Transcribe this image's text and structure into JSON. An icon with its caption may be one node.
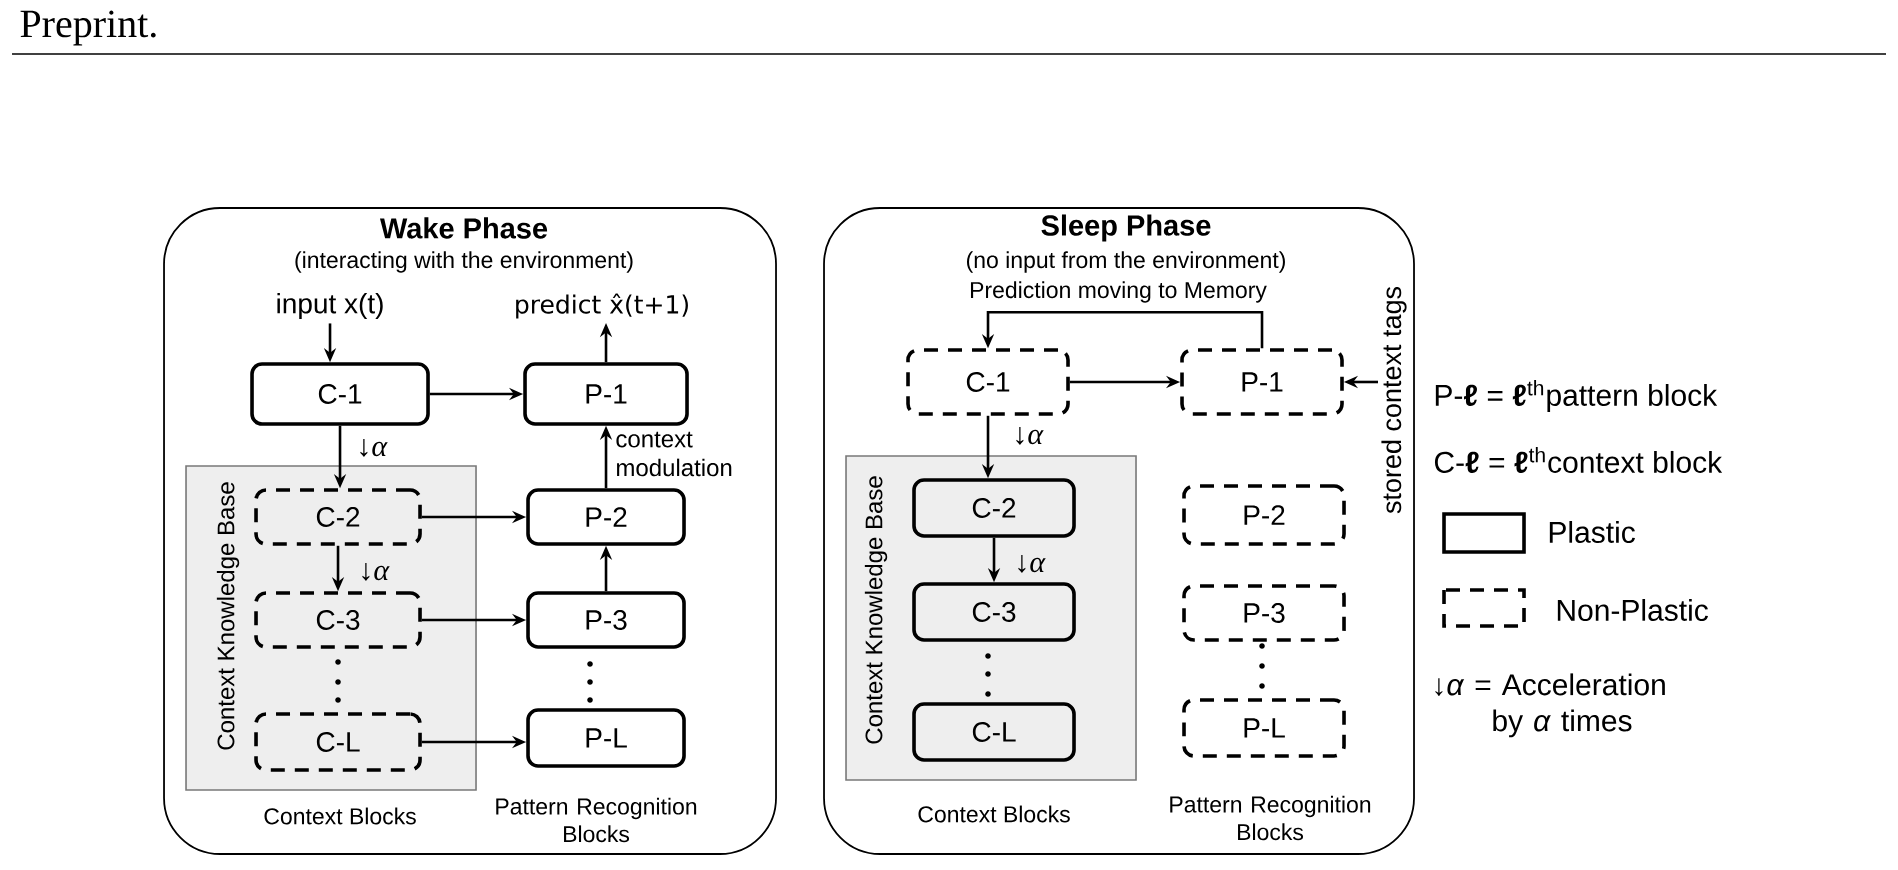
{
  "diagram": {
    "nodes": [
      {
        "text": [
          "Wake Phase",
          "(interacting with the environment)",
          "Context Blocks",
          "Pattern Recognition Blocks"
        ]
      },
      {
        "text": [
          "input x(t)"
        ],
        "in": 0
      },
      {
        "text": [
          "predict x̂(t+1)"
        ],
        "in": 0
      },
      {
        "text": [
          "C-1"
        ],
        "in": 0
      },
      {
        "text": [
          "P-1"
        ],
        "in": 0
      },
      {
        "text": [
          "Context Knowledge Base"
        ],
        "in": 0
      },
      {
        "text": [
          "C-2"
        ],
        "in": 5
      },
      {
        "text": [
          "C-3"
        ],
        "in": 5
      },
      {
        "text": [
          "C-L"
        ],
        "in": 5
      },
      {
        "text": [
          "P-2"
        ],
        "in": 0
      },
      {
        "text": [
          "P-3"
        ],
        "in": 0
      },
      {
        "text": [
          "P-L"
        ],
        "in": 0
      },
      {
        "text": [
          "Sleep Phase",
          "(no input from the environment)",
          "Context Blocks",
          "Pattern Recognition Blocks"
        ]
      },
      {
        "text": [
          "C-1"
        ],
        "in": 12
      },
      {
        "text": [
          "P-1"
        ],
        "in": 12
      },
      {
        "text": [
          "stored context tags"
        ],
        "in": 12
      },
      {
        "text": [
          "Context Knowledge Base"
        ],
        "in": 12
      },
      {
        "text": [
          "C-2"
        ],
        "in": 16
      },
      {
        "text": [
          "C-3"
        ],
        "in": 16
      },
      {
        "text": [
          "C-L"
        ],
        "in": 16
      },
      {
        "text": [
          "P-2"
        ],
        "in": 12
      },
      {
        "text": [
          "P-3"
        ],
        "in": 12
      },
      {
        "text": [
          "P-L"
        ],
        "in": 12
      }
    ],
    "edges": [
      {
        "from": 1,
        "to": 3,
        "arrow": "to"
      },
      {
        "from": 3,
        "to": 4,
        "arrow": "to"
      },
      {
        "from": 4,
        "to": 2,
        "arrow": "to"
      },
      {
        "from": 3,
        "to": 6,
        "arrow": "to",
        "label": "↓*α*"
      },
      {
        "from": 6,
        "to": 7,
        "arrow": "to",
        "label": "↓*α*"
      },
      {
        "from": 6,
        "to": 9,
        "arrow": "to"
      },
      {
        "from": 7,
        "to": 10,
        "arrow": "to"
      },
      {
        "from": 8,
        "to": 11,
        "arrow": "to"
      },
      {
        "from": 10,
        "to": 9,
        "arrow": "to"
      },
      {
        "from": 9,
        "to": 4,
        "arrow": "to",
        "label": "context modulation"
      },
      {
        "from": 14,
        "to": 13,
        "arrow": "to",
        "label": "Prediction moving to Memory"
      },
      {
        "from": 13,
        "to": 14,
        "arrow": "to"
      },
      {
        "from": 15,
        "to": 14,
        "arrow": "to"
      },
      {
        "from": 13,
        "to": 17,
        "arrow": "to",
        "label": "↓*α*"
      },
      {
        "from": 17,
        "to": 18,
        "arrow": "to",
        "label": "↓*α*"
      }
    ],
    "labels": [
      "Preprint.",
      "P-**ℓ** = **ℓ**$^{th}$pattern block",
      "C-**ℓ** = **ℓ**$^{th}$context block",
      "↓*α* = Acceleration by *α* times"
    ],
    "legend": [
      {
        "text": "Plastic"
      },
      {
        "text": "Non-Plastic"
      }
    ]
  }
}
